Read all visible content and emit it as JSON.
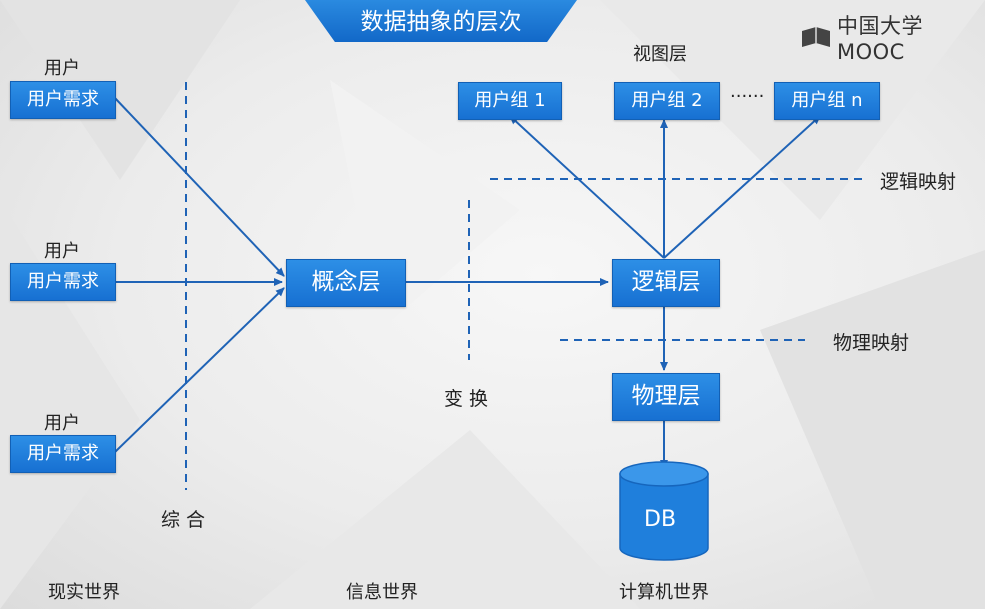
{
  "title": "数据抽象的层次",
  "logo": {
    "text": "中国大学MOOC"
  },
  "users": [
    {
      "label": "用户",
      "box": "用户需求"
    },
    {
      "label": "用户",
      "box": "用户需求"
    },
    {
      "label": "用户",
      "box": "用户需求"
    }
  ],
  "layers": {
    "conceptual": "概念层",
    "logical": "逻辑层",
    "physical": "物理层"
  },
  "view_layer": {
    "label": "视图层",
    "groups": [
      "用户组 1",
      "用户组 2",
      "用户组 n"
    ],
    "ellipsis": "······"
  },
  "mappings": {
    "logical": "逻辑映射",
    "physical": "物理映射"
  },
  "transforms": {
    "synthesis": "综 合",
    "transform": "变 换"
  },
  "db": "DB",
  "worlds": [
    "现实世界",
    "信息世界",
    "计算机世界"
  ],
  "colors": {
    "accent": "#1b74d4",
    "line": "#1f63b6"
  }
}
